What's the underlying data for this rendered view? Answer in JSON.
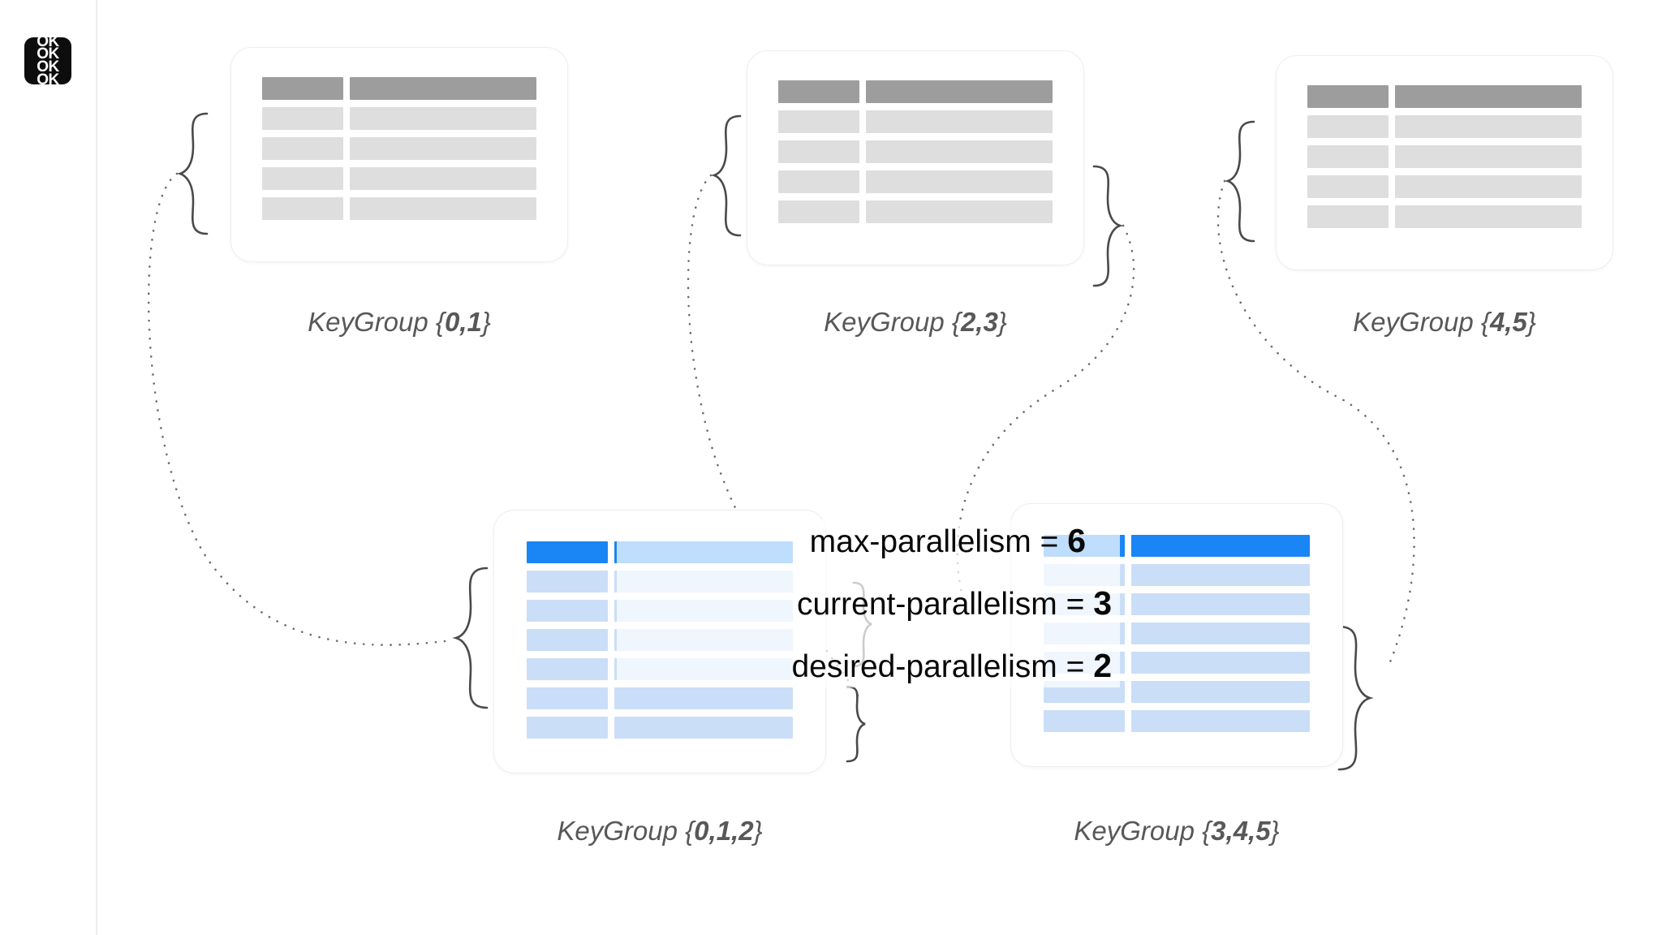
{
  "app": {
    "logo_lines": [
      "OK",
      "OK",
      "OK",
      "OK"
    ],
    "logo_name": "ok-logo"
  },
  "top_groups": [
    {
      "caption_prefix": "KeyGroup {",
      "caption_keys": "0,1",
      "caption_suffix": "}",
      "rows": 5,
      "columns": 2,
      "header_color": "#9d9d9d",
      "row_color": "#dedede"
    },
    {
      "caption_prefix": "KeyGroup {",
      "caption_keys": "2,3",
      "caption_suffix": "}",
      "rows": 5,
      "columns": 2,
      "header_color": "#9d9d9d",
      "row_color": "#dedede"
    },
    {
      "caption_prefix": "KeyGroup {",
      "caption_keys": "4,5",
      "caption_suffix": "}",
      "rows": 5,
      "columns": 2,
      "header_color": "#9d9d9d",
      "row_color": "#dedede"
    }
  ],
  "bottom_groups": [
    {
      "caption_prefix": "KeyGroup {",
      "caption_keys": "0,1,2",
      "caption_suffix": "}",
      "rows": 7,
      "columns": 2,
      "header_color": "#1a85f5",
      "row_color": "#cadef7"
    },
    {
      "caption_prefix": "KeyGroup {",
      "caption_keys": "3,4,5",
      "caption_suffix": "}",
      "rows": 7,
      "columns": 2,
      "header_color": "#1a85f5",
      "row_color": "#cadef7"
    }
  ],
  "parallelism": [
    {
      "label": "max-parallelism = ",
      "value": "6"
    },
    {
      "label": "current-parallelism = ",
      "value": "3"
    },
    {
      "label": "desired-parallelism = ",
      "value": "2"
    }
  ],
  "colors": {
    "accent_blue": "#1a85f5",
    "row_blue": "#cadef7",
    "header_gray": "#9d9d9d",
    "row_gray": "#dedede",
    "caption_gray": "#585858",
    "connector_gray": "#4a4a4a"
  }
}
